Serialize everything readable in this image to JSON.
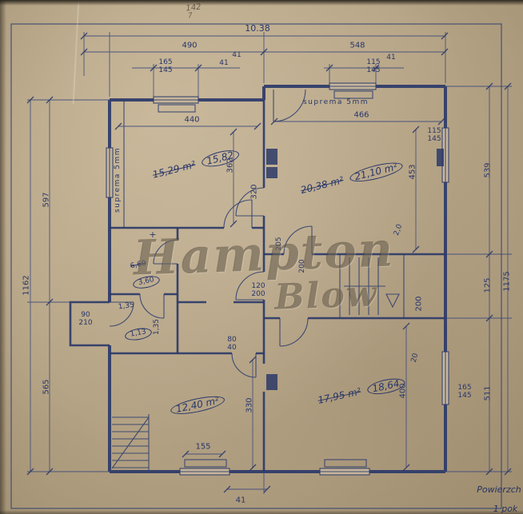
{
  "watermark": {
    "line1": "Hampton",
    "line2": "Blow"
  },
  "annotations": {
    "material_left": "suprema 5mm",
    "material_top": "suprema 5mm",
    "corner_line1": "Powierzch",
    "corner_line2": "1 pok",
    "scribble_a": "142",
    "scribble_b": "7"
  },
  "rooms": {
    "top_left": {
      "old": "15,29 m²",
      "revised": "15,82"
    },
    "top_right": {
      "old": "20,38 m²",
      "revised": "21,10 m²"
    },
    "bath": {
      "old": "6,60",
      "revised": "3,60",
      "plus": "+"
    },
    "wc": {
      "revised": "1,13"
    },
    "bottom_left": {
      "revised": "12,40 m²"
    },
    "bottom_right": {
      "old": "17,95 m²",
      "revised": "18,64"
    }
  },
  "dims": {
    "overall_width": "10.38",
    "span_left": "490",
    "span_right": "548",
    "win_top_left_w": "165",
    "win_top_left_h": "145",
    "win_top_right_w": "115",
    "win_top_right_h": "145",
    "win_right_upper_w": "115",
    "win_right_upper_h": "145",
    "win_right_lower_w": "165",
    "win_right_lower_h": "145",
    "jog_top_a": "41",
    "jog_top_b": "41",
    "jog_top_c": "41",
    "jog_bottom": "41",
    "left_upper": "597",
    "left_total": "1162",
    "left_lower": "565",
    "right_upper": "539",
    "right_total": "1175",
    "right_middle": "125",
    "right_lower": "511",
    "room_tl_width": "440",
    "room_tr_width": "466",
    "room_tl_depth": "362",
    "room_tr_depth": "453",
    "spine_depth": "320",
    "hall_depth": "205",
    "small_upper": "2,0",
    "small_lower": "20",
    "door_w": "120",
    "door_h": "200",
    "stair_a": "200",
    "stair_b": "200",
    "niche_w": "80",
    "niche_h": "40",
    "entry_w": "90",
    "entry_h": "210",
    "wc_a": "1,35",
    "wc_b": "1,35",
    "room_bl_depth": "330",
    "room_br_depth": "400",
    "win_bottom": "155"
  }
}
